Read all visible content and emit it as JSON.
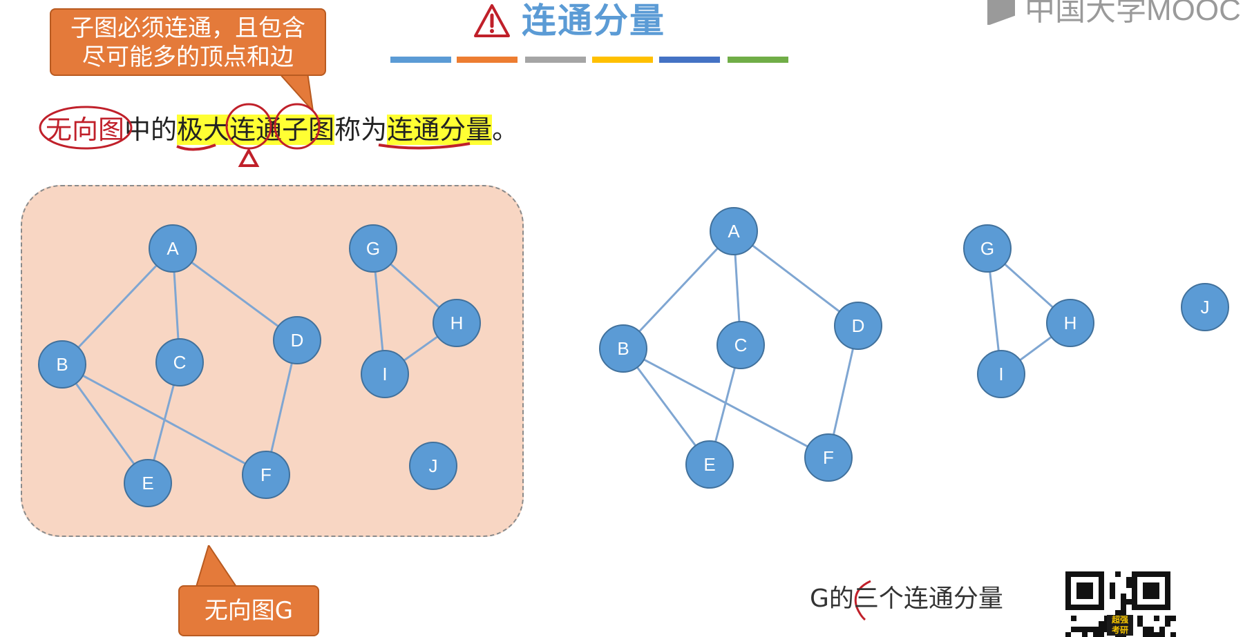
{
  "header": {
    "title": "连通分量",
    "logo_text": "中国大学MOOC",
    "color_bars": [
      "#5b9bd5",
      "#ed7d31",
      "#a5a5a5",
      "#ffc000",
      "#4472c4",
      "#70ad47"
    ]
  },
  "callouts": {
    "top": {
      "line1": "子图必须连通，且包含",
      "line2": "尽可能多的顶点和边"
    },
    "bottom": {
      "label": "无向图G"
    }
  },
  "definition": {
    "part1": "无向图",
    "part2": "中的",
    "part3": "极大",
    "part4": "连通",
    "part5": "子图",
    "part6": "称为",
    "part7": "连通分量",
    "part8": "。"
  },
  "graph_g": {
    "nodes": [
      "A",
      "B",
      "C",
      "D",
      "E",
      "F",
      "G",
      "H",
      "I",
      "J"
    ],
    "edges": [
      [
        "A",
        "B"
      ],
      [
        "A",
        "C"
      ],
      [
        "A",
        "D"
      ],
      [
        "B",
        "E"
      ],
      [
        "B",
        "F"
      ],
      [
        "C",
        "E"
      ],
      [
        "D",
        "F"
      ],
      [
        "G",
        "H"
      ],
      [
        "G",
        "I"
      ],
      [
        "H",
        "I"
      ]
    ]
  },
  "components": {
    "caption": "G的三个连通分量",
    "groups": [
      [
        "A",
        "B",
        "C",
        "D",
        "E",
        "F"
      ],
      [
        "G",
        "H",
        "I"
      ],
      [
        "J"
      ]
    ]
  },
  "qr_badge": {
    "line1": "超强",
    "line2": "考研"
  },
  "colors": {
    "node_fill": "#5b9bd5",
    "node_stroke": "#41719c",
    "edge": "#7fa6d2",
    "title": "#5b9bd5",
    "callout": "#e47a3a",
    "panel": "#f8d6c3",
    "highlight": "#ffff33",
    "annotation": "#c0202a"
  }
}
